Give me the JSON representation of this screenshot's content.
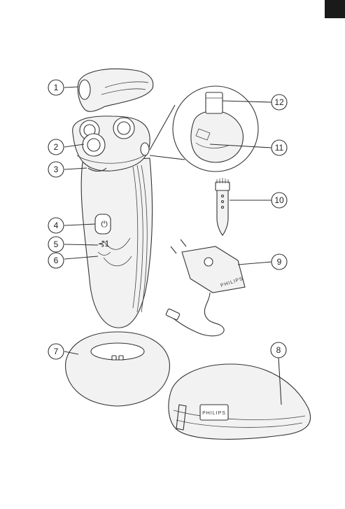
{
  "callouts": [
    "1",
    "2",
    "3",
    "4",
    "5",
    "6",
    "7",
    "8",
    "9",
    "10",
    "11",
    "12"
  ],
  "brand": {
    "case_label": "PHILIPS",
    "charger_label": "PHILIPS"
  },
  "icons": {
    "power": "power-icon",
    "travel_lock": "travel-lock-icon"
  }
}
